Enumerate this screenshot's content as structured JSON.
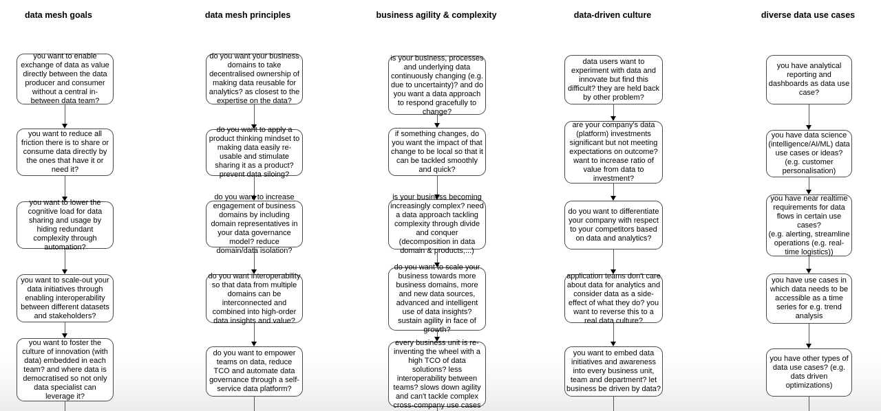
{
  "page": {
    "background": "#ffffff",
    "node_fill": "#ffffff",
    "node_border_color": "#4a4a4a",
    "connector_color": "#555555",
    "arrowhead_color": "#000000",
    "text_color": "#000000"
  },
  "columns": [
    {
      "header": "data mesh goals",
      "boxes": [
        "you want to enable exchange of data as value directly between the data producer and consumer without a central in-between data team?",
        "you want to reduce all friction there is to share or consume data directly by the ones that have it or need it?",
        "you want to lower the cognitive load for data sharing and usage by hiding redundant complexity through automation?",
        "you want to scale-out your data initiatives through enabling interoperability between different datasets and stakeholders?",
        "you want to foster the culture of innovation (with data) embedded in each team? and where data is democratised so not only data specialist can leverage it?"
      ]
    },
    {
      "header": "data mesh principles",
      "boxes": [
        "do you want your business domains to take decentralised ownership of making data reusable for analytics? as closest to the expertise on the data?",
        "do you want to apply a product thinking mindset to making data easily re-usable and stimulate sharing it as a product? prevent data siloing?",
        "do you want to  increase engagement of business domains by including domain representatives in your data governance model? reduce domain/data isolation?",
        "do you want interoperability so that data from multiple domains can be interconnected and combined into high-order data insights and value?",
        "do you want to empower teams on data, reduce TCO and automate data governance through a self-service data platform?"
      ]
    },
    {
      "header": "business agility & complexity",
      "boxes": [
        "is your business, processes and underlying data continuously changing (e.g. due to uncertainty)? and do you want a data approach  to respond gracefully to change?",
        "if something changes, do you want the impact of that change to be local so that it can be tackled smoothly and quick?",
        "is your business becoming increasingly complex? need a data approach tackling complexity through divide and conquer (decomposition in data domain & products,...)",
        "do you want to scale your business towards more business domains, more and new data sources, advanced and intelligent use of data insights? sustain agility in face of growth?",
        "every business unit is re-inventing the wheel with a high TCO of data solutions? less interoperability between teams? slows down agility and can't tackle complex cross-company use cases"
      ]
    },
    {
      "header": "data-driven culture",
      "boxes": [
        "data users want to experiment with data and innovate but find this difficult? they are held back by other problem?",
        "are your company's data (platform) investments significant but not meeting expectations on outcome? want to increase ratio of value from data to investment?",
        "do you want to  differentiate your company with respect to your competitors based on data and analytics?",
        "application teams don't care about data for analytics and consider data as a side-effect of what they do? you want to reverse this to a real data culture?",
        "you want to embed data initiatives and awareness into every business unit, team and department? let business be driven by data?"
      ]
    },
    {
      "header": "diverse data use cases",
      "boxes": [
        "you have analytical reporting and dashboards as data use case?",
        "you have data science (intelligence/AI/ML) data use cases or ideas? (e.g. customer personalisation)",
        "you have near realtime requirements for data flows in certain use cases?\n(e.g. alerting, streamline operations (e.g. real-time logistics))",
        "you have use cases in which data needs to be accessible as a time series for e.g. trend analysis",
        "you have other types of data use cases? (e.g. dats driven optimizations)"
      ]
    }
  ]
}
